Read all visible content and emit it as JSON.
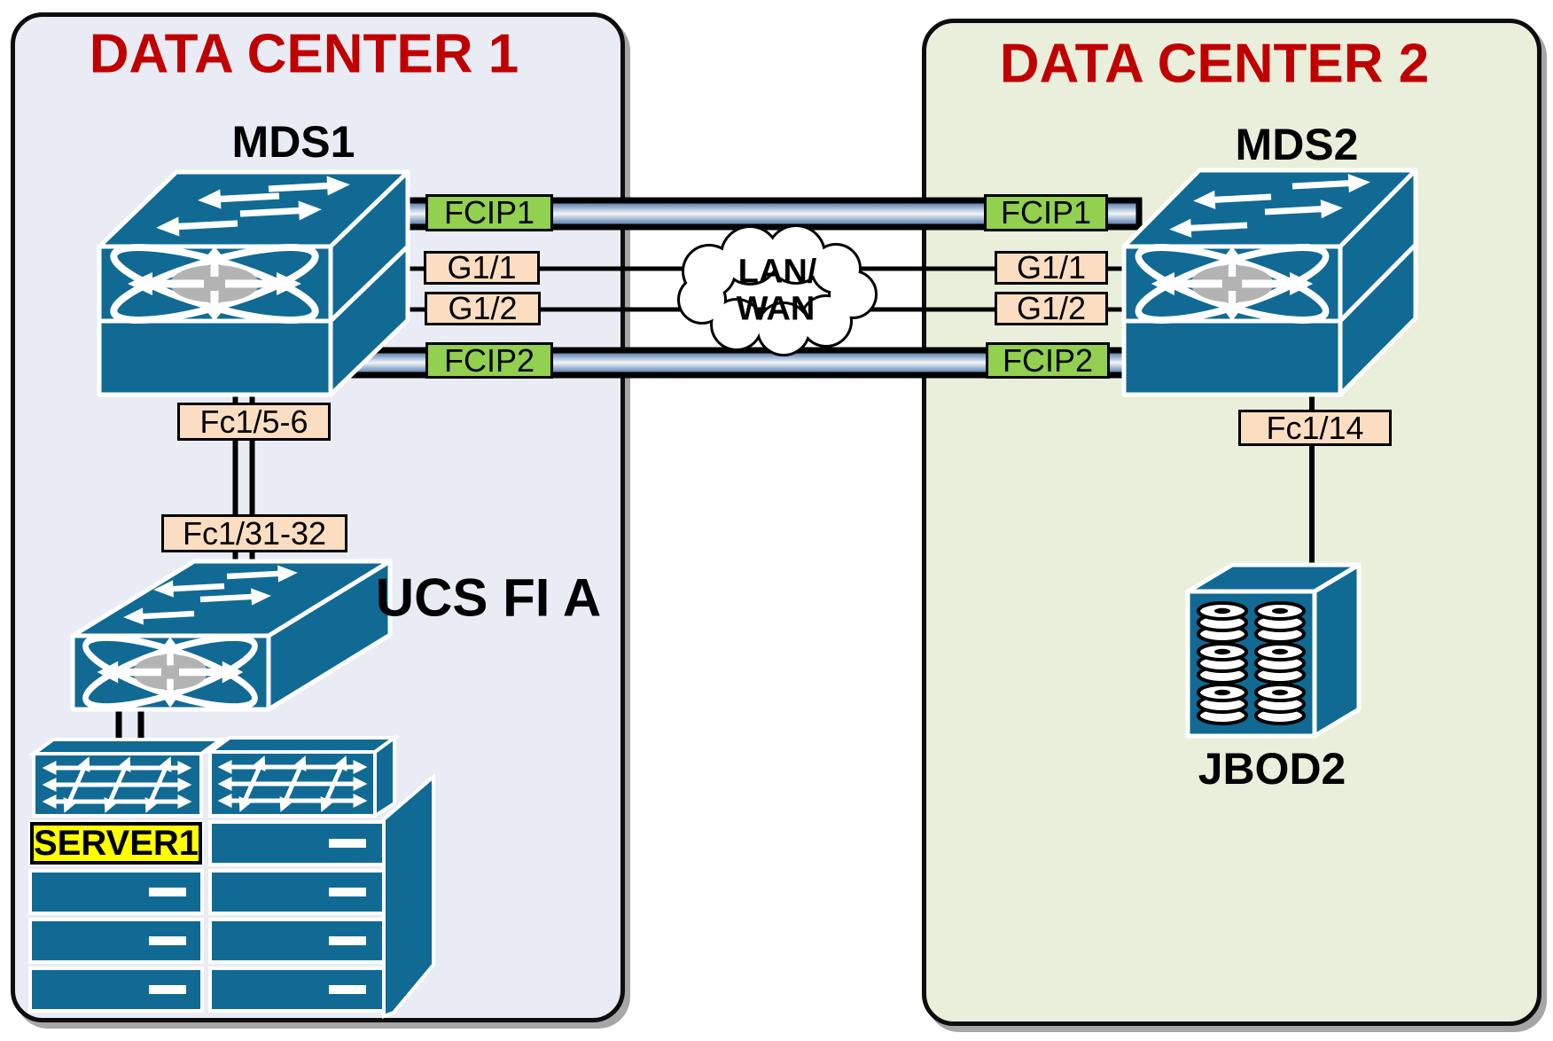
{
  "panels": {
    "dc1": {
      "title": "DATA CENTER 1"
    },
    "dc2": {
      "title": "DATA CENTER 2"
    }
  },
  "devices": {
    "mds1": "MDS1",
    "mds2": "MDS2",
    "ucs_fi_a": "UCS FI A",
    "jbod2": "JBOD2",
    "server1": "SERVER1"
  },
  "cloud": {
    "line1": "LAN/",
    "line2": "WAN"
  },
  "ports": {
    "mds1_fcip1": "FCIP1",
    "mds1_g1_1": "G1/1",
    "mds1_g1_2": "G1/2",
    "mds1_fcip2": "FCIP2",
    "mds2_fcip1": "FCIP1",
    "mds2_g1_1": "G1/1",
    "mds2_g1_2": "G1/2",
    "mds2_fcip2": "FCIP2",
    "mds1_fc_ports": "Fc1/5-6",
    "ucs_fc_ports": "Fc1/31-32",
    "mds2_fc_port": "Fc1/14"
  },
  "colors": {
    "switch_blue": "#116A94",
    "fcip_green": "#92D050",
    "port_peach": "#FBDEC1",
    "dc1_bg": "#E9ECF4",
    "dc2_bg": "#EAEFDC",
    "title_red": "#C00000",
    "server_yellow": "#FFFF00",
    "tube_dark": "#46688F",
    "tube_light": "#F2F6FB"
  }
}
